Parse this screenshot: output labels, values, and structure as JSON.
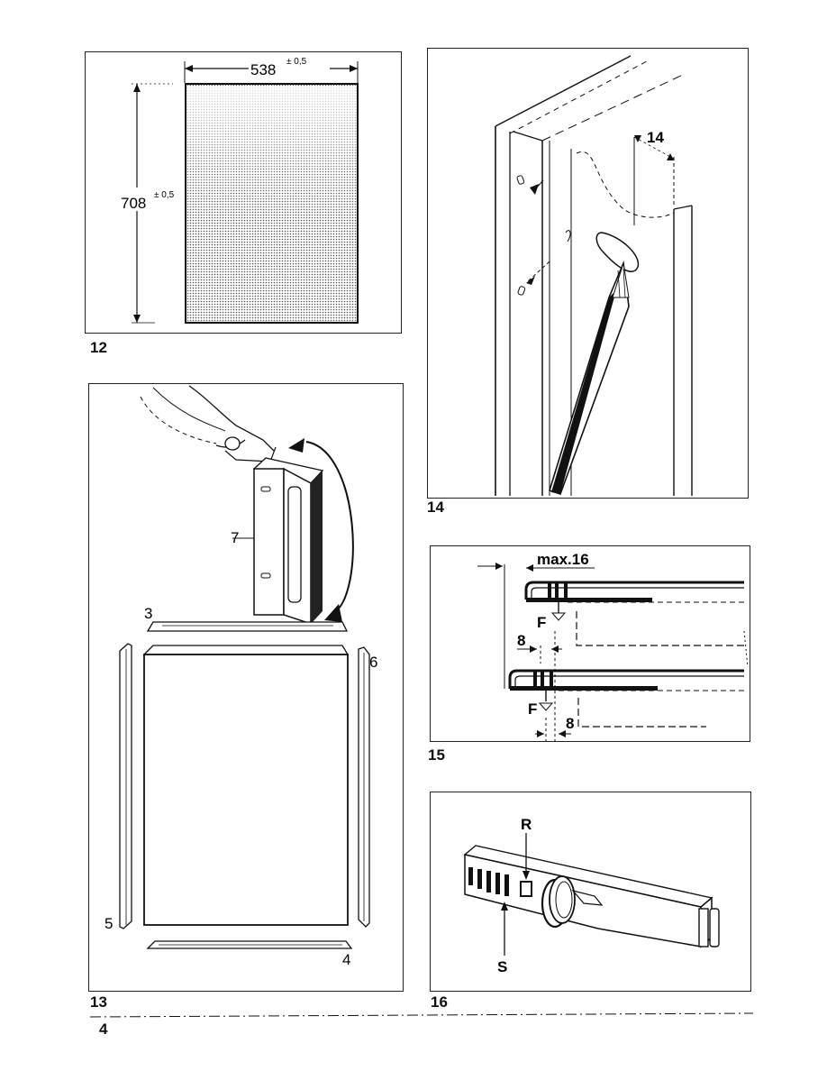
{
  "page_number": "4",
  "fig12": {
    "label": "12",
    "width_dim": "538",
    "height_dim": "708",
    "tolerance": "± 0,5"
  },
  "fig13": {
    "label": "13",
    "parts": [
      "7",
      "3",
      "6",
      "5",
      "4"
    ]
  },
  "fig14": {
    "label": "14",
    "dim": "14"
  },
  "fig15": {
    "label": "15",
    "max_label": "max.16",
    "dim_a": "8",
    "dim_b": "8",
    "fastener_a": "F",
    "fastener_b": "F"
  },
  "fig16": {
    "label": "16",
    "part_r": "R",
    "part_s": "S"
  }
}
